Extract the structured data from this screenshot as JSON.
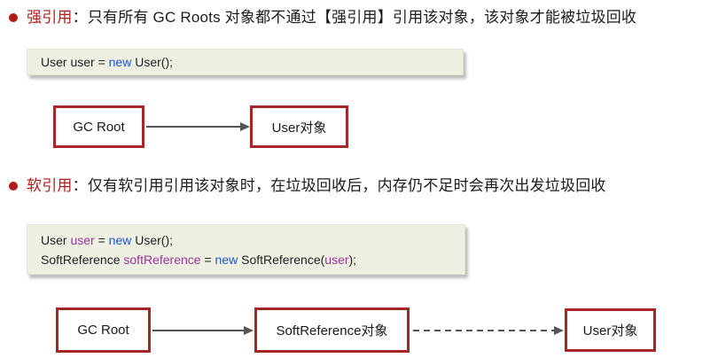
{
  "colors": {
    "accent_red": "#b31b1b",
    "box_border_red": "#a52727",
    "keyword_blue": "#2553c4",
    "variable_purple": "#993399",
    "code_background": "#eef0e2",
    "arrow_gray": "#555555"
  },
  "sections": [
    {
      "heading": {
        "label": "强引用",
        "colon": "：",
        "text": "只有所有 GC Roots 对象都不通过【强引用】引用该对象，该对象才能被垃圾回收"
      },
      "code": {
        "line1": {
          "t1": "User user = ",
          "kw": "new",
          "t2": " User();"
        }
      },
      "diagram": {
        "node1": "GC Root",
        "node2": "User对象"
      }
    },
    {
      "heading": {
        "label": "软引用",
        "colon": "：",
        "text": "仅有软引用引用该对象时，在垃圾回收后，内存仍不足时会再次出发垃圾回收"
      },
      "code": {
        "line1": {
          "t1": "User ",
          "v1": "user",
          "t2": " = ",
          "kw": "new",
          "t3": " User();"
        },
        "line2": {
          "t1": "SoftReference ",
          "v1": "softReference",
          "t2": " = ",
          "kw": "new",
          "t3": " SoftReference(",
          "v2": "user",
          "t4": ");"
        }
      },
      "diagram": {
        "node1": "GC Root",
        "node2": "SoftReference对象",
        "node3": "User对象"
      }
    }
  ]
}
